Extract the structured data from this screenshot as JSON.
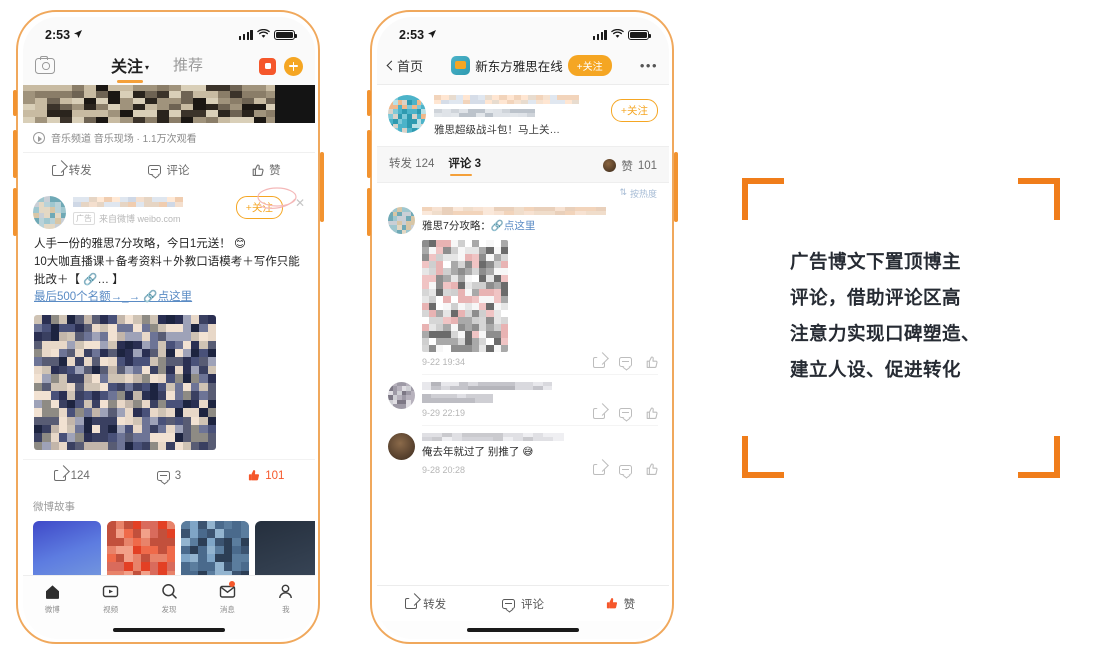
{
  "phone1": {
    "status": {
      "time": "2:53",
      "location_icon": "location-arrow",
      "signal": "signal-bars",
      "wifi": "wifi-icon",
      "battery": "battery-full-icon"
    },
    "appbar": {
      "camera_icon": "camera-icon",
      "tabs": [
        {
          "label": "关注",
          "active": true,
          "caret": "▾"
        },
        {
          "label": "推荐",
          "active": false
        }
      ],
      "live_icon": "live-square-icon",
      "plus_icon": "plus-circle-icon"
    },
    "video_card": {
      "meta": "音乐频道 音乐现场 · 1.1万次观看",
      "play_icon": "play-circle-icon",
      "actions": [
        {
          "icon": "share-icon",
          "label": "转发"
        },
        {
          "icon": "comment-icon",
          "label": "评论"
        },
        {
          "icon": "like-icon",
          "label": "赞"
        }
      ]
    },
    "ad_post": {
      "ad_tag": "广告",
      "source": "来自微博 weibo.com",
      "follow_label": "+关注",
      "close_icon": "close-icon",
      "text_lines": [
        "人手一份的雅思7分攻略，今日1元送！ 😊",
        "10大咖直播课＋备考资料＋外教口语模考＋写作只能",
        "批改＋【 🔗… 】",
        "最后500个名额→_→ 🔗点这里"
      ],
      "actions": [
        {
          "icon": "share-icon",
          "label": "124"
        },
        {
          "icon": "comment-icon",
          "label": "3"
        },
        {
          "icon": "like-icon",
          "label": "101",
          "liked": true
        }
      ]
    },
    "stories": {
      "title": "微博故事"
    },
    "bottom_nav": [
      {
        "icon": "home-icon",
        "label": "微博",
        "active": true
      },
      {
        "icon": "video-icon",
        "label": "视频",
        "active": false
      },
      {
        "icon": "search-icon",
        "label": "发现",
        "active": false
      },
      {
        "icon": "mail-icon",
        "label": "消息",
        "active": false,
        "badge": true
      },
      {
        "icon": "person-icon",
        "label": "我",
        "active": false
      }
    ]
  },
  "phone2": {
    "status": {
      "time": "2:53",
      "location_icon": "location-arrow",
      "signal": "signal-bars",
      "wifi": "wifi-icon",
      "battery": "battery-full-icon"
    },
    "appbar": {
      "back_label": "首页",
      "back_icon": "chevron-left-icon",
      "account_name": "新东方雅思在线",
      "follow_label": "+关注",
      "more_icon": "more-dots-icon"
    },
    "post": {
      "follow_label": "+关注",
      "snippet": "雅思超级战斗包！马上关…"
    },
    "stats": {
      "repost_label": "转发",
      "repost_count": "124",
      "comment_label": "评论",
      "comment_count": "3",
      "like_label": "赞",
      "like_count": "101",
      "sort_label": "按热度",
      "sort_icon": "sort-icon"
    },
    "comments": [
      {
        "text_prefix": "雅思7分攻略：",
        "link": "🔗点这里",
        "has_image": true,
        "time": "9-22 19:34"
      },
      {
        "text_prefix": "",
        "link": "",
        "has_image": false,
        "time": "9-29 22:19"
      },
      {
        "text_prefix": "俺去年就过了 别推了 😅",
        "link": "",
        "has_image": false,
        "time": "9-28 20:28"
      }
    ],
    "comment_icons": [
      "share-icon",
      "comment-icon",
      "like-icon"
    ],
    "bottom_bar": [
      {
        "icon": "share-icon",
        "label": "转发"
      },
      {
        "icon": "comment-icon",
        "label": "评论"
      },
      {
        "icon": "like-icon",
        "label": "赞",
        "liked": true
      }
    ]
  },
  "annotation": {
    "lines": [
      "广告博文下置顶博主",
      "评论，借助评论区高",
      "注意力实现口碑塑造、",
      "建立人设、促进转化"
    ],
    "bracket_color": "#F07D1A"
  }
}
